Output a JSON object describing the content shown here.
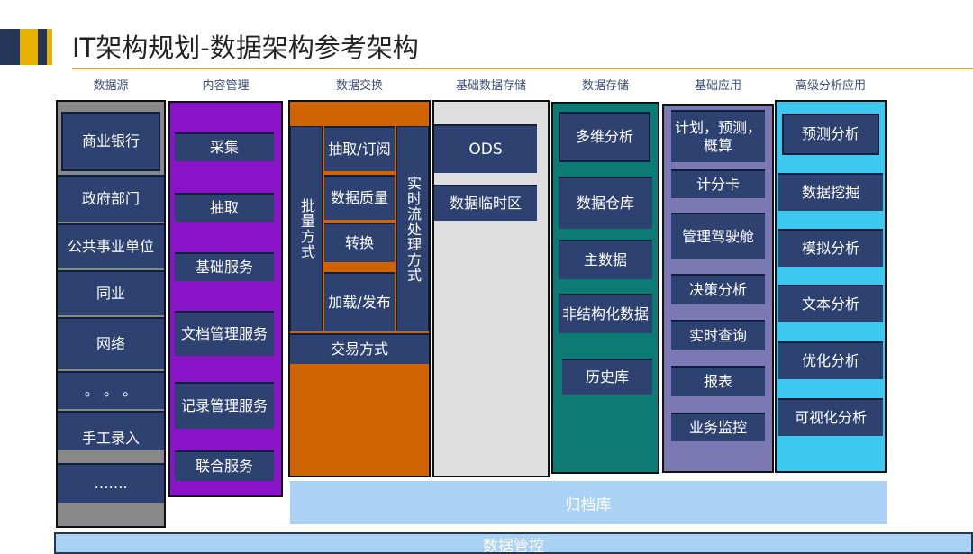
{
  "title": "IT架构规划-数据架构参考架构",
  "headers": {
    "sources": "数据源",
    "content": "内容管理",
    "exchange": "数据交换",
    "base_storage": "基础数据存储",
    "storage": "数据存储",
    "base_apps": "基础应用",
    "advanced": "高级分析应用"
  },
  "sources": [
    "商业银行",
    "政府部门",
    "公共事业单位",
    "同业",
    "网络",
    "。 。 。",
    "手工录入",
    "……."
  ],
  "content": [
    "采集",
    "抽取",
    "基础服务",
    "文档管理服务",
    "记录管理服务",
    "联合服务"
  ],
  "exchange": {
    "batch": "批量方式",
    "steps": [
      "抽取/订阅",
      "数据质量",
      "转换",
      "加载/发布"
    ],
    "realtime": "实时流处理方式",
    "transaction": "交易方式"
  },
  "base_storage": [
    "ODS",
    "数据临时区"
  ],
  "storage": [
    "多维分析",
    "数据仓库",
    "主数据",
    "非结构化数据",
    "历史库"
  ],
  "base_apps": [
    "计划，预测，概算",
    "计分卡",
    "管理驾驶舱",
    "决策分析",
    "实时查询",
    "报表",
    "业务监控"
  ],
  "advanced": [
    "预测分析",
    "数据挖掘",
    "模拟分析",
    "文本分析",
    "优化分析",
    "可视化分析"
  ],
  "archive": "归档库",
  "governance": "数据管控",
  "colors": {
    "navy": "#243758",
    "gold": "#e8b100",
    "purple": "#8a12c9",
    "orange": "#cf6400",
    "teal": "#0e7a74",
    "lavender": "#7b78b4",
    "cyan": "#3dc8f0",
    "gray": "#888888",
    "light_gray": "#dedede",
    "light_blue": "#a9d2f5",
    "box": "#2e4272"
  }
}
